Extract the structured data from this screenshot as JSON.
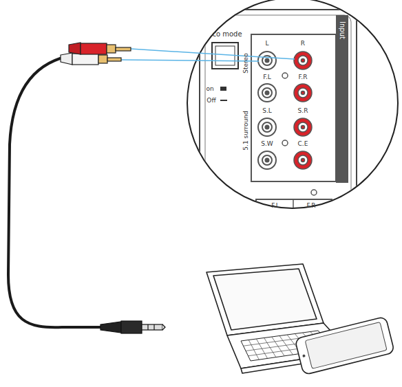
{
  "diagram": {
    "labels": [
      "co mode",
      "on",
      "Off",
      "Stereo",
      "5.1 surround",
      "L",
      "R",
      "F.L",
      "F.R",
      "S.L",
      "S.R",
      "S.W",
      "C.E",
      "Input",
      "F.L",
      "F.R"
    ]
  }
}
